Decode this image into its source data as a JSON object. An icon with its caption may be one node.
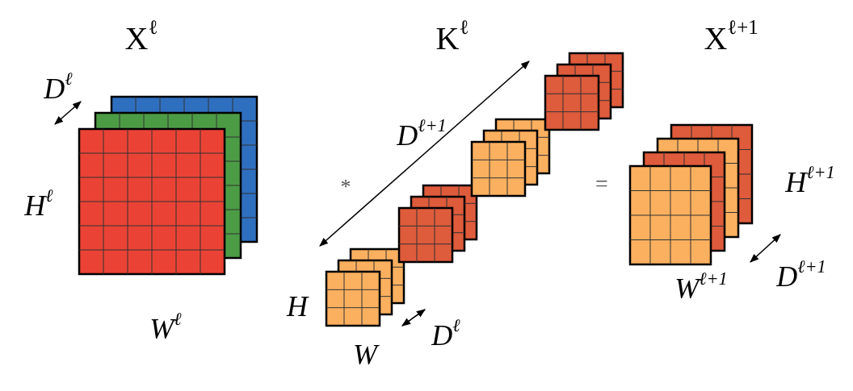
{
  "diagram": {
    "labels": [
      "X$^{ℓ}$",
      "K$^{ℓ}$",
      "X$^{ℓ+1}$",
      "D$^{ℓ}$",
      "D$^{ℓ+1}$",
      "H$^{ℓ}$",
      "*",
      "=",
      "H$^{ℓ+1}$",
      "D$^{ℓ+1}$",
      "H",
      "W$^{ℓ+1}$",
      "W$^{ℓ}$",
      "D$^{ℓ}$",
      "W"
    ]
  }
}
